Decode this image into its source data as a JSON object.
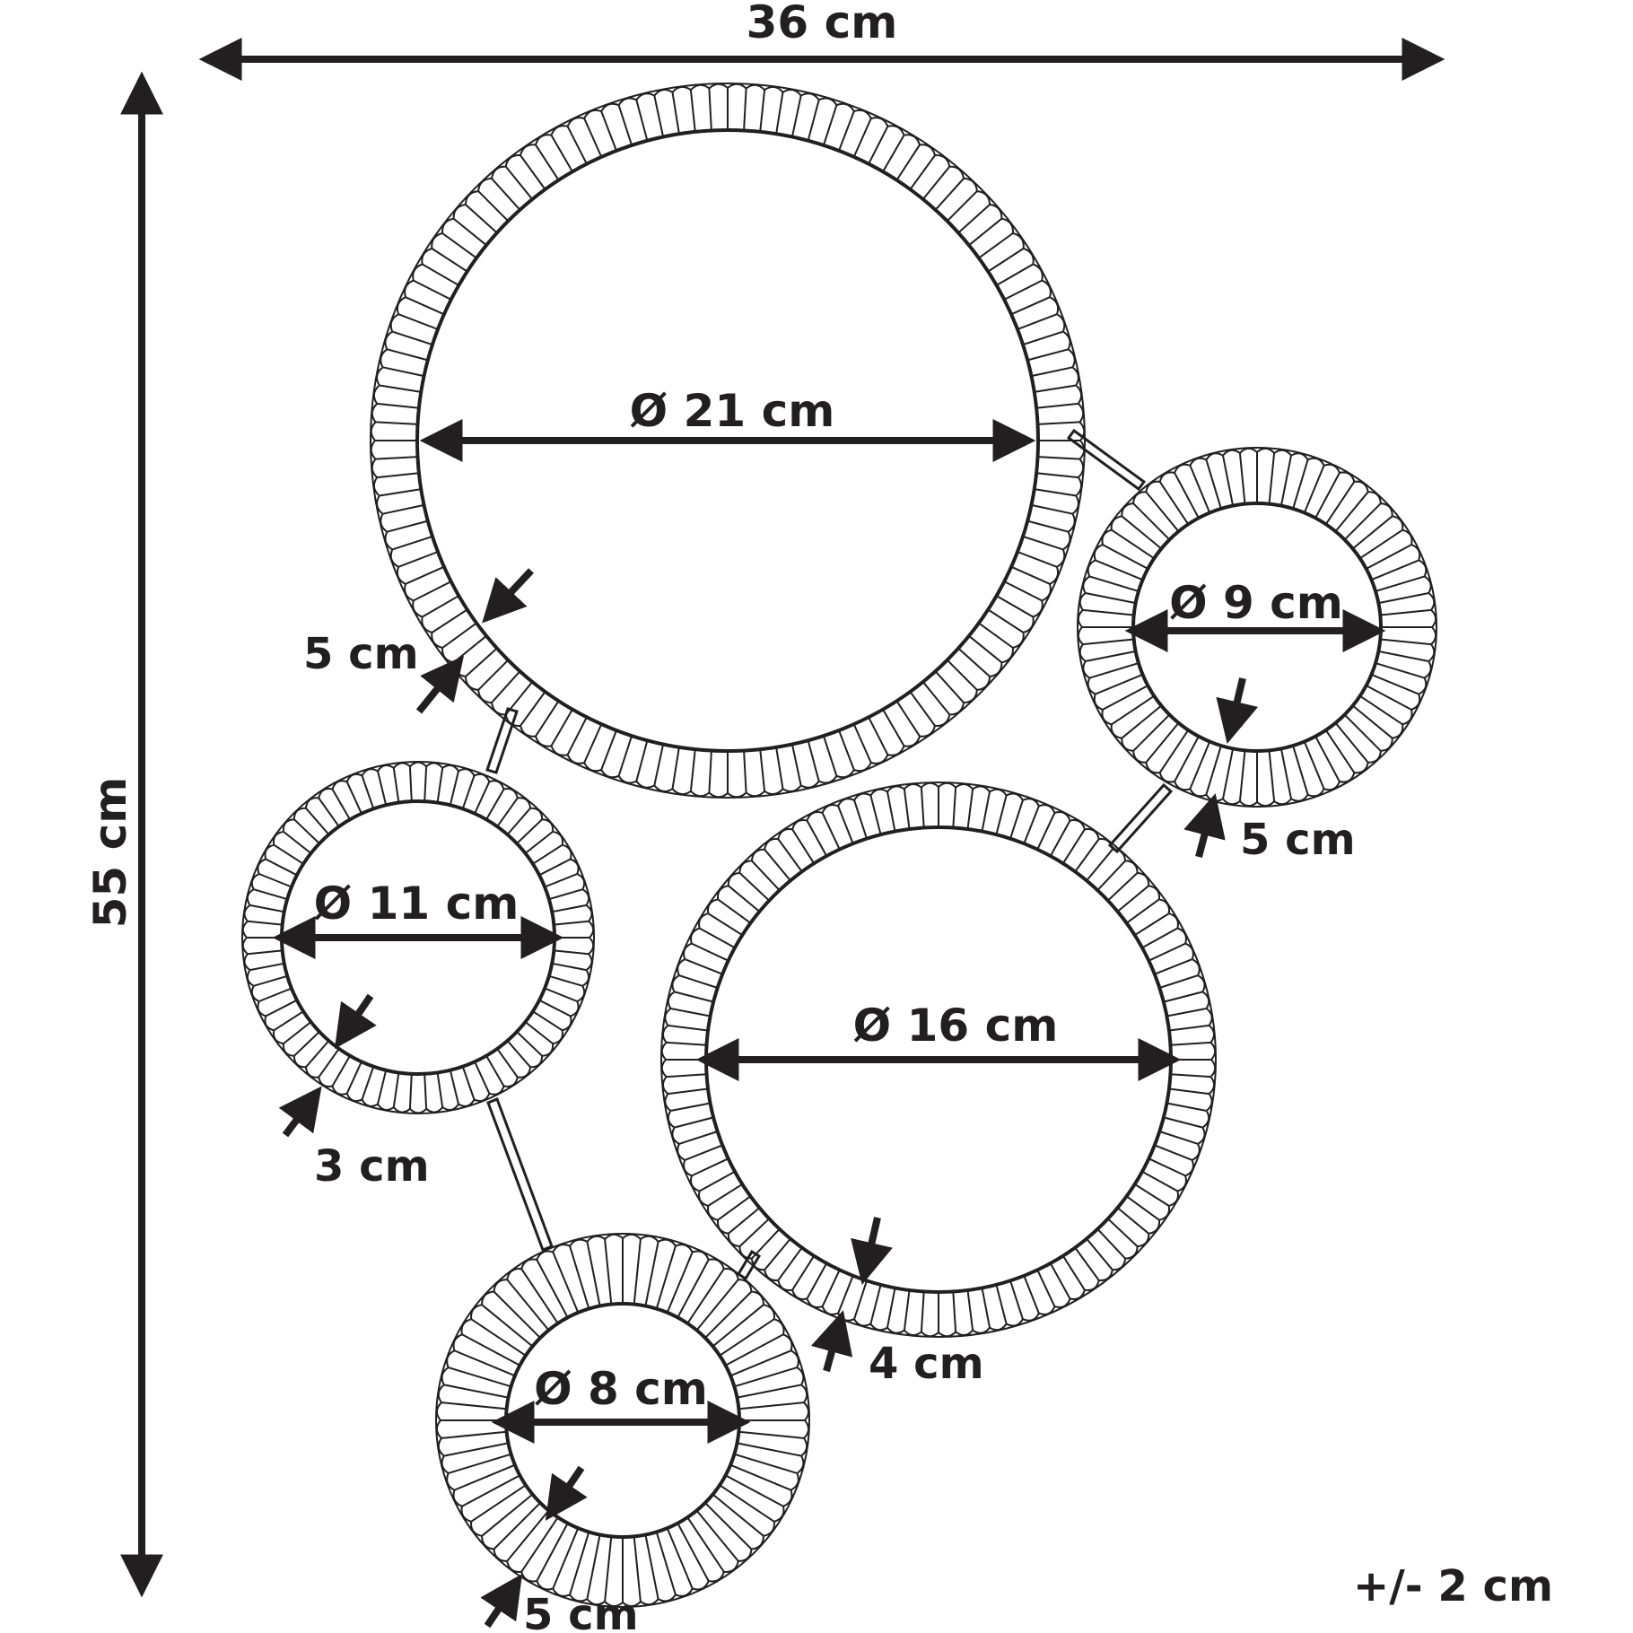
{
  "overall": {
    "width_label": "36 cm",
    "height_label": "55 cm",
    "tolerance_label": "+/- 2 cm"
  },
  "mirrors": [
    {
      "id": "large",
      "diameter_label": "Ø 21 cm",
      "frame_label": "5 cm"
    },
    {
      "id": "right",
      "diameter_label": "Ø 9 cm",
      "frame_label": "5 cm"
    },
    {
      "id": "left",
      "diameter_label": "Ø 11 cm",
      "frame_label": "3 cm"
    },
    {
      "id": "middle",
      "diameter_label": "Ø 16 cm",
      "frame_label": "4 cm"
    },
    {
      "id": "bottom",
      "diameter_label": "Ø 8 cm",
      "frame_label": "5 cm"
    }
  ],
  "colors": {
    "ink": "#231f20",
    "background": "#ffffff"
  }
}
